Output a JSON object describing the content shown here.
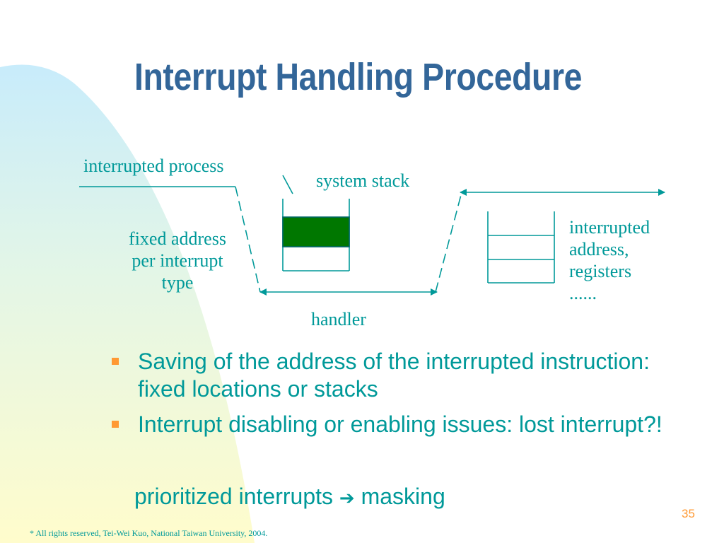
{
  "slide": {
    "title": "Interrupt Handling Procedure",
    "page_number": "35",
    "footer": "* All rights reserved, Tei-Wei Kuo, National Taiwan University, 2004."
  },
  "diagram": {
    "interrupted_process": "interrupted process",
    "system_stack": "system stack",
    "fixed_address": [
      "fixed address",
      "per interrupt",
      "type"
    ],
    "handler": "handler",
    "stack_contents": [
      "interrupted",
      "address,",
      "registers",
      "......"
    ]
  },
  "bullets": [
    "Saving of the address of the interrupted instruction: fixed locations or stacks",
    "Interrupt disabling or enabling issues: lost interrupt?!"
  ],
  "sub_item": {
    "left": "prioritized interrupts",
    "arrow": "➔",
    "right": "masking"
  },
  "colors": {
    "title": "#336699",
    "text": "#009999",
    "bullet": "#ff9933",
    "stack_fill": "#007700"
  }
}
